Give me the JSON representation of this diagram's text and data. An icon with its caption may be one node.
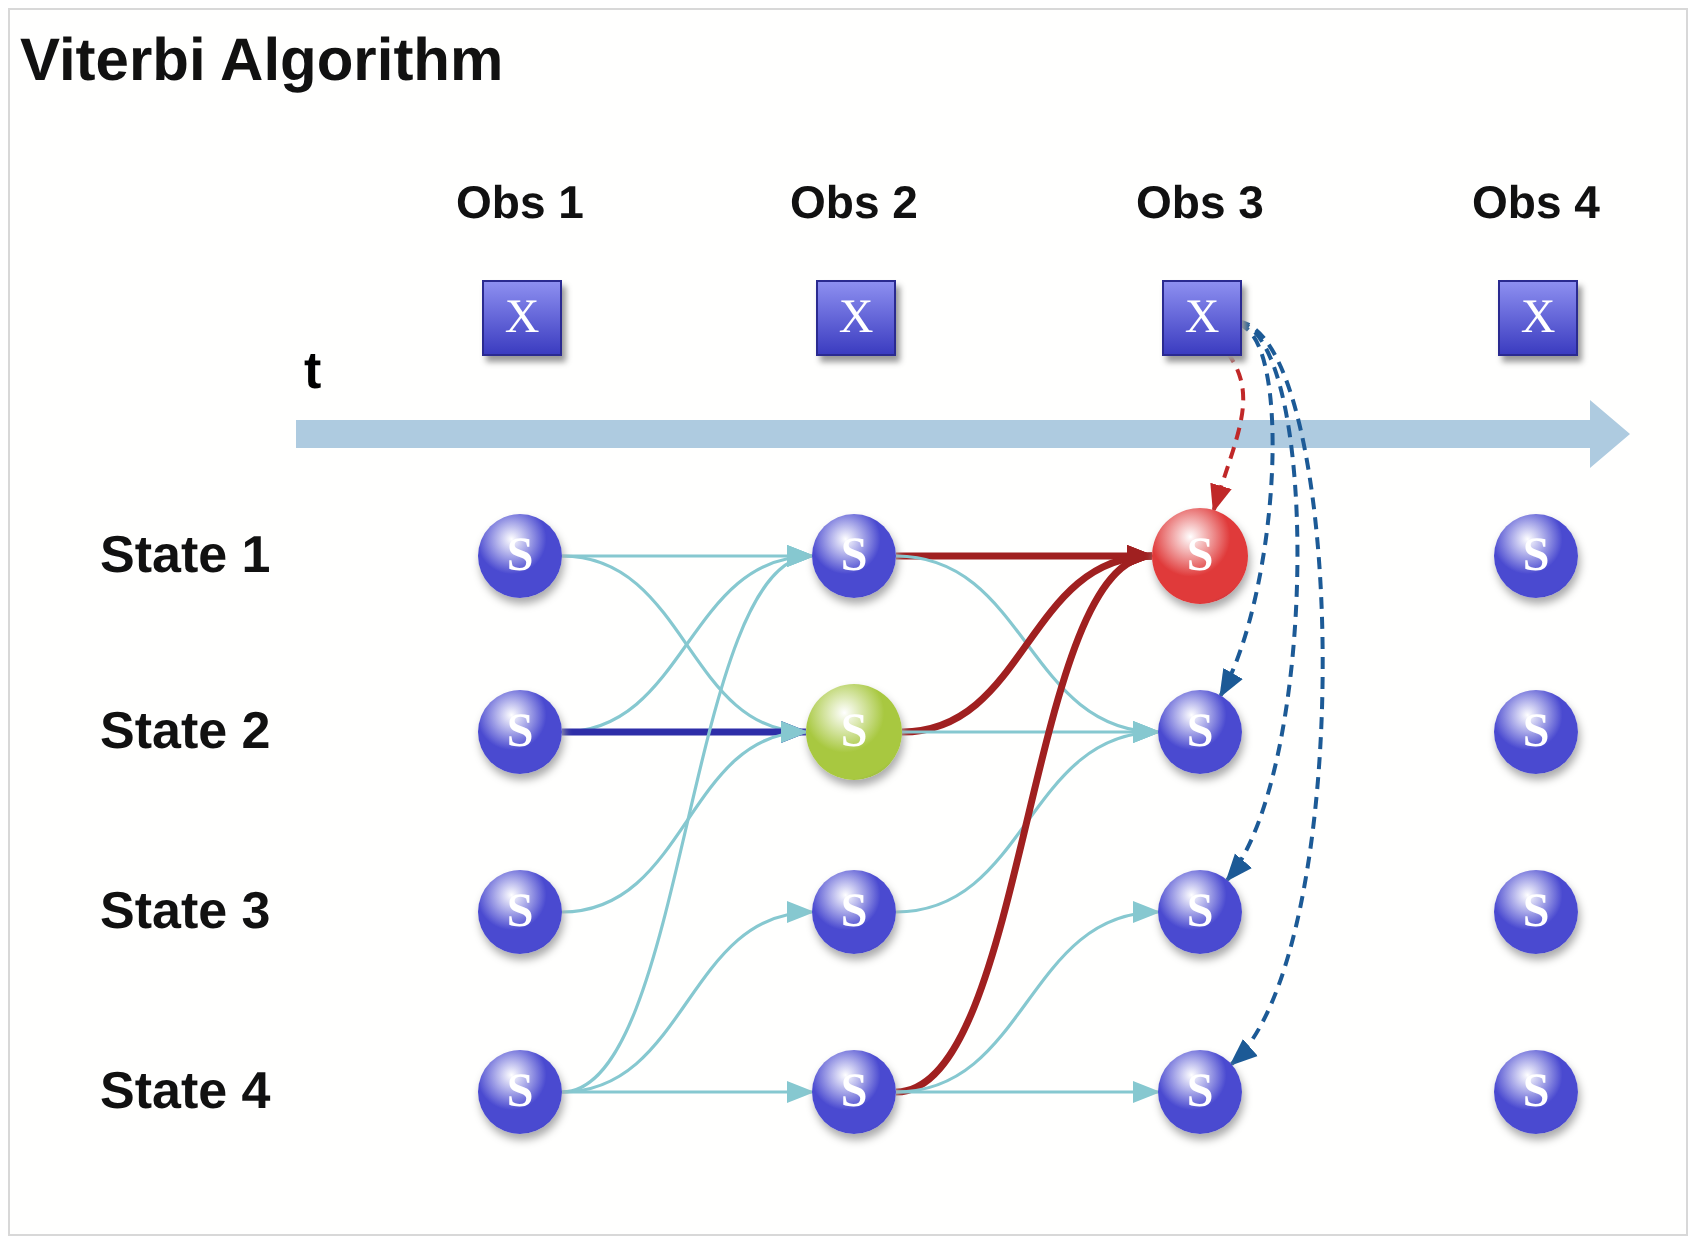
{
  "diagram": {
    "title": "Viterbi Algorithm",
    "nodes": [
      {
        "text": [
          "X"
        ],
        "beside": [
          "Obs 1"
        ]
      },
      {
        "text": [
          "X"
        ],
        "beside": [
          "Obs 2"
        ]
      },
      {
        "text": [
          "X"
        ],
        "beside": [
          "Obs 3"
        ]
      },
      {
        "text": [
          "X"
        ],
        "beside": [
          "Obs 4"
        ]
      },
      {
        "text": [
          "S"
        ]
      },
      {
        "text": [
          "S"
        ]
      },
      {
        "text": [
          "S"
        ]
      },
      {
        "text": [
          "S"
        ]
      },
      {
        "text": [
          "S"
        ]
      },
      {
        "text": [
          "S"
        ]
      },
      {
        "text": [
          "S"
        ]
      },
      {
        "text": [
          "S"
        ]
      },
      {
        "text": [
          "S"
        ]
      },
      {
        "text": [
          "S"
        ]
      },
      {
        "text": [
          "S"
        ]
      },
      {
        "text": [
          "S"
        ]
      },
      {
        "text": [
          "S"
        ]
      },
      {
        "text": [
          "S"
        ]
      },
      {
        "text": [
          "S"
        ]
      },
      {
        "text": [
          "S"
        ]
      }
    ],
    "edges": [
      {
        "from": 4,
        "to": 5,
        "arrow": "to"
      },
      {
        "from": 4,
        "to": 9,
        "arrow": "to"
      },
      {
        "from": 8,
        "to": 5,
        "arrow": "to"
      },
      {
        "from": 8,
        "to": 9,
        "arrow": "to",
        "style": "thick",
        "color": "#2e2ea8"
      },
      {
        "from": 12,
        "to": 9,
        "arrow": "to"
      },
      {
        "from": 16,
        "to": 5,
        "arrow": "to"
      },
      {
        "from": 16,
        "to": 13,
        "arrow": "to"
      },
      {
        "from": 16,
        "to": 17,
        "arrow": "to"
      },
      {
        "from": 5,
        "to": 6,
        "arrow": "to",
        "style": "thick",
        "color": "#a02020"
      },
      {
        "from": 5,
        "to": 10,
        "arrow": "to"
      },
      {
        "from": 9,
        "to": 6,
        "arrow": "to",
        "style": "thick",
        "color": "#a02020"
      },
      {
        "from": 9,
        "to": 10,
        "arrow": "to"
      },
      {
        "from": 13,
        "to": 10,
        "arrow": "to"
      },
      {
        "from": 17,
        "to": 6,
        "arrow": "to",
        "style": "thick",
        "color": "#a02020"
      },
      {
        "from": 17,
        "to": 14,
        "arrow": "to"
      },
      {
        "from": 17,
        "to": 18,
        "arrow": "to"
      },
      {
        "from": 2,
        "to": 6,
        "arrow": "to",
        "style": "dashed",
        "color": "#c02828"
      },
      {
        "from": 2,
        "to": 10,
        "arrow": "to",
        "style": "dashed",
        "color": "#1c5a96"
      },
      {
        "from": 2,
        "to": 14,
        "arrow": "to",
        "style": "dashed",
        "color": "#1c5a96"
      },
      {
        "from": 2,
        "to": 18,
        "arrow": "to",
        "style": "dashed",
        "color": "#1c5a96"
      }
    ],
    "labels": [
      "t",
      "State 1",
      "State 2",
      "State 3",
      "State 4"
    ]
  }
}
